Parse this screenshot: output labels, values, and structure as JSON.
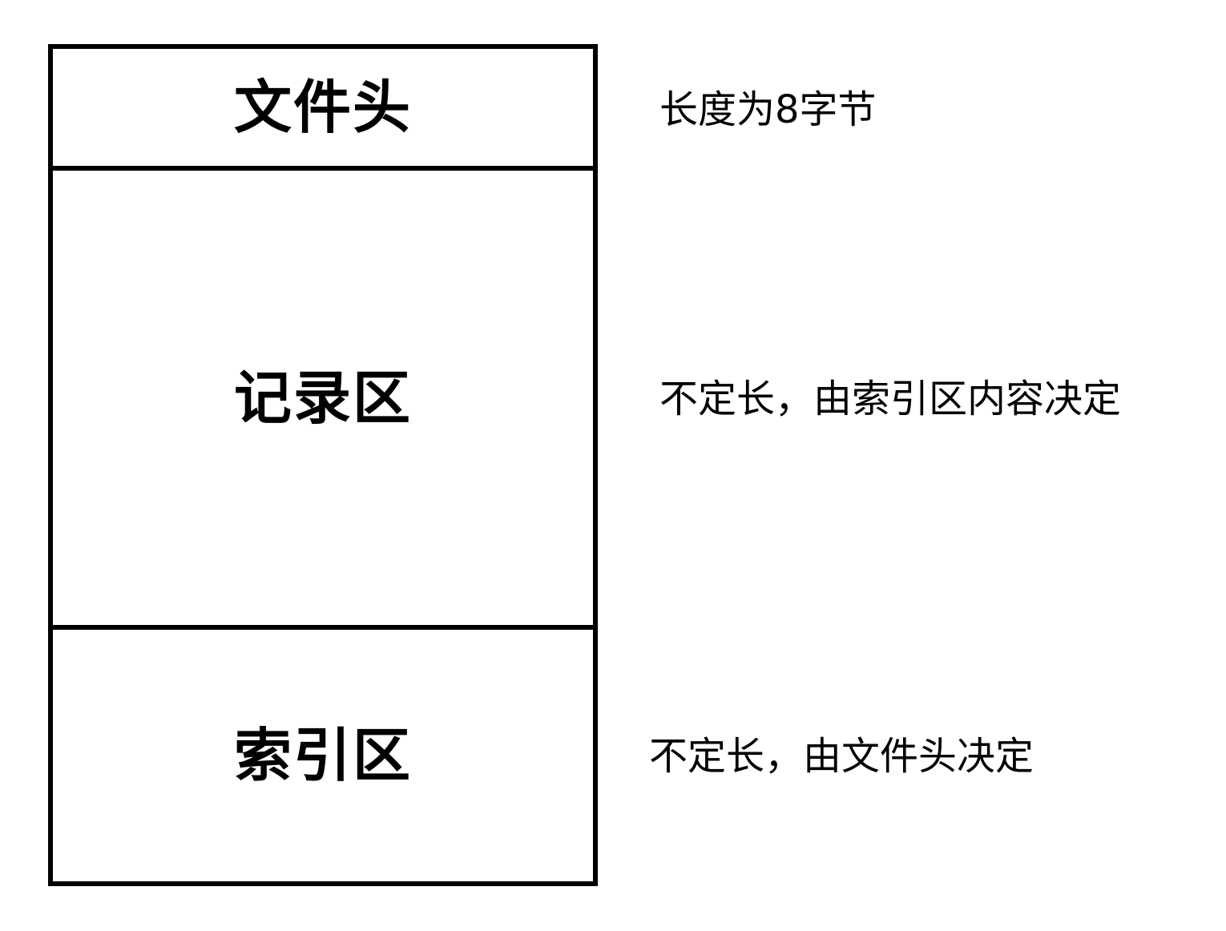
{
  "diagram": {
    "sections": [
      {
        "id": "header",
        "label": "文件头",
        "note": "长度为8字节"
      },
      {
        "id": "records",
        "label": "记录区",
        "note": "不定长，由索引区内容决定"
      },
      {
        "id": "index",
        "label": "索引区",
        "note": "不定长，由文件头决定"
      }
    ]
  }
}
